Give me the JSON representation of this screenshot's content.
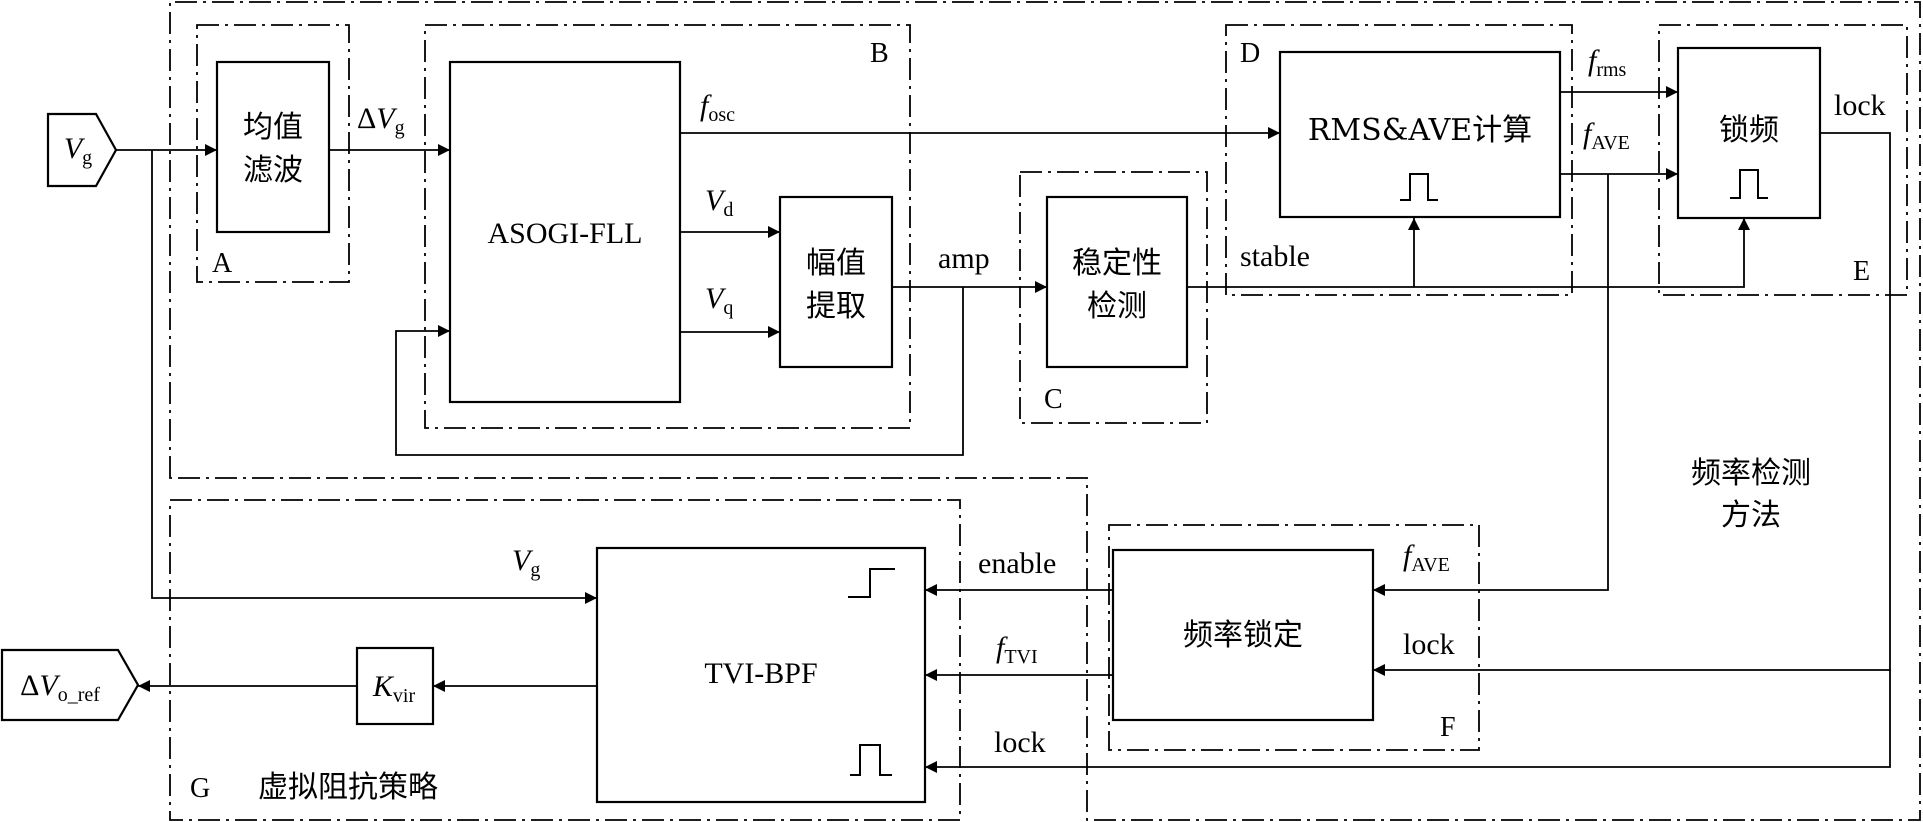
{
  "blocks": {
    "A": {
      "line1": "均值",
      "line2": "滤波"
    },
    "B": {
      "label": "ASOGI-FLL"
    },
    "amp_extract": {
      "line1": "幅值",
      "line2": "提取"
    },
    "C": {
      "line1": "稳定性",
      "line2": "检测"
    },
    "D": {
      "label": "RMS&AVE计算"
    },
    "E": {
      "label": "锁频"
    },
    "F": {
      "label": "频率锁定"
    },
    "G": {
      "label": "TVI-BPF"
    }
  },
  "regions": {
    "A": "A",
    "B": "B",
    "C": "C",
    "D": "D",
    "E": "E",
    "F": "F",
    "G": "G",
    "G_title": "虚拟阻抗策略",
    "method_line1": "频率检测",
    "method_line2": "方法"
  },
  "signals": {
    "vg_in": {
      "main": "V",
      "sub": "g"
    },
    "dvg": {
      "pre": "Δ",
      "main": "V",
      "sub": "g"
    },
    "fosc": {
      "main": "f",
      "sub": "osc"
    },
    "vd": {
      "main": "V",
      "sub": "d"
    },
    "vq": {
      "main": "V",
      "sub": "q"
    },
    "amp": "amp",
    "stable": "stable",
    "frms": {
      "main": "f",
      "sub": "rms"
    },
    "fave_d": {
      "main": "f",
      "sub": "AVE"
    },
    "lock_e": "lock",
    "fave_f": {
      "main": "f",
      "sub": "AVE"
    },
    "lock_f": "lock",
    "enable": "enable",
    "ftvi": {
      "main": "f",
      "sub": "TVI"
    },
    "lock_g": "lock",
    "vg_g": {
      "main": "V",
      "sub": "g"
    },
    "kvir": {
      "main": "K",
      "sub": "vir"
    },
    "dvo_ref": {
      "pre": "Δ",
      "main": "V",
      "sub": "o_ref"
    }
  }
}
